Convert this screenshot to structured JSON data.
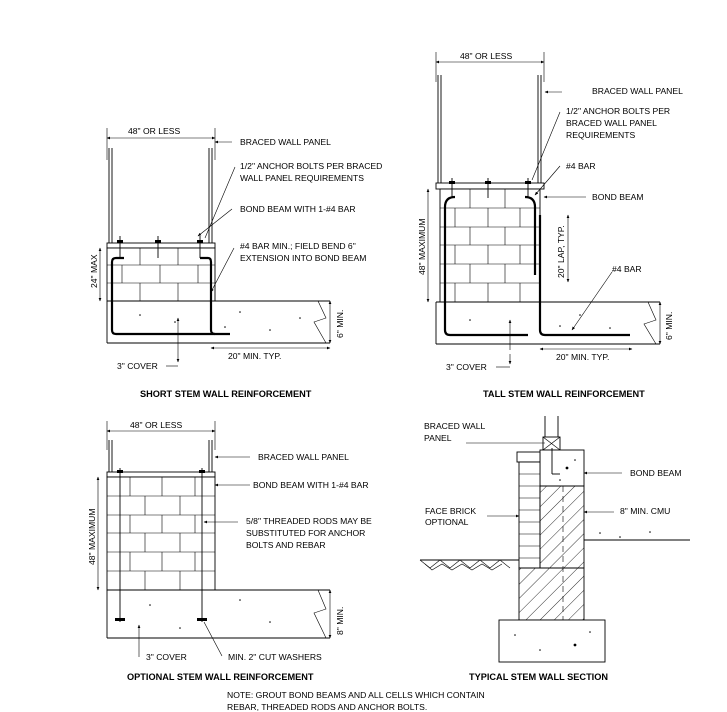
{
  "labels": {
    "short_width": "48\" OR LESS",
    "short_braced_panel": "BRACED WALL PANEL",
    "short_anchor_1": "1/2\" ANCHOR BOLTS PER BRACED",
    "short_anchor_2": "WALL PANEL REQUIREMENTS",
    "short_bond_beam": "BOND BEAM WITH 1-#4 BAR",
    "short_bar_1": "#4 BAR MIN.; FIELD BEND 6\"",
    "short_bar_2": "EXTENSION INTO BOND BEAM",
    "short_height": "24\" MAX",
    "short_depth": "6\" MIN.",
    "short_cover": "3\" COVER",
    "short_ext": "20\" MIN. TYP.",
    "short_title": "SHORT STEM WALL REINFORCEMENT",
    "tall_width": "48\" OR LESS",
    "tall_braced_panel": "BRACED WALL PANEL",
    "tall_anchor_1": "1/2\" ANCHOR BOLTS PER",
    "tall_anchor_2": "BRACED WALL PANEL",
    "tall_anchor_3": "REQUIREMENTS",
    "tall_bar": "#4 BAR",
    "tall_bond_beam": "BOND BEAM",
    "tall_height": "48\" MAXIMUM",
    "tall_lap": "20\" LAP, TYP.",
    "tall_bar2": "#4 BAR",
    "tall_depth": "6\" MIN.",
    "tall_cover": "3\" COVER",
    "tall_ext": "20\" MIN. TYP.",
    "tall_title": "TALL STEM WALL REINFORCEMENT",
    "opt_width": "48\" OR LESS",
    "opt_braced_panel": "BRACED WALL PANEL",
    "opt_bond_beam": "BOND BEAM WITH 1-#4 BAR",
    "opt_rods_1": "5/8\" THREADED RODS MAY BE",
    "opt_rods_2": "SUBSTITUTED FOR ANCHOR",
    "opt_rods_3": "BOLTS AND REBAR",
    "opt_height": "48\" MAXIMUM",
    "opt_depth": "8\" MIN.",
    "opt_cover": "3\" COVER",
    "opt_washers": "MIN. 2\" CUT WASHERS",
    "opt_title": "OPTIONAL STEM WALL REINFORCEMENT",
    "sec_braced_1": "BRACED WALL",
    "sec_braced_2": "PANEL",
    "sec_bond_beam": "BOND BEAM",
    "sec_brick_1": "FACE BRICK",
    "sec_brick_2": "OPTIONAL",
    "sec_cmu": "8\" MIN. CMU",
    "sec_title": "TYPICAL STEM WALL SECTION",
    "note_1": "NOTE: GROUT BOND BEAMS AND ALL CELLS WHICH CONTAIN",
    "note_2": "REBAR, THREADED RODS AND ANCHOR BOLTS."
  }
}
